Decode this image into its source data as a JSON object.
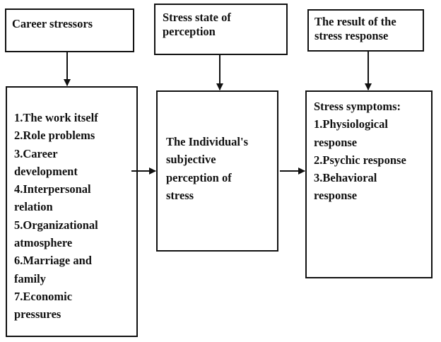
{
  "headers": {
    "left": "Career stressors",
    "middle": "Stress state of perception",
    "right": "The result of the stress response"
  },
  "left_box": {
    "lines": [
      "1.The work itself",
      "2.Role problems",
      "3.Career",
      "development",
      "4.Interpersonal",
      "relation",
      "5.Organizational",
      "atmosphere",
      "6.Marriage and",
      "family",
      "7.Economic",
      "pressures"
    ]
  },
  "middle_box": {
    "lines": [
      "The Individual's",
      "subjective",
      "perception of",
      "stress"
    ]
  },
  "right_box": {
    "title": "Stress symptoms:",
    "lines": [
      "1.Physiological",
      "response",
      "2.Psychic response",
      "3.Behavioral",
      "response"
    ]
  }
}
